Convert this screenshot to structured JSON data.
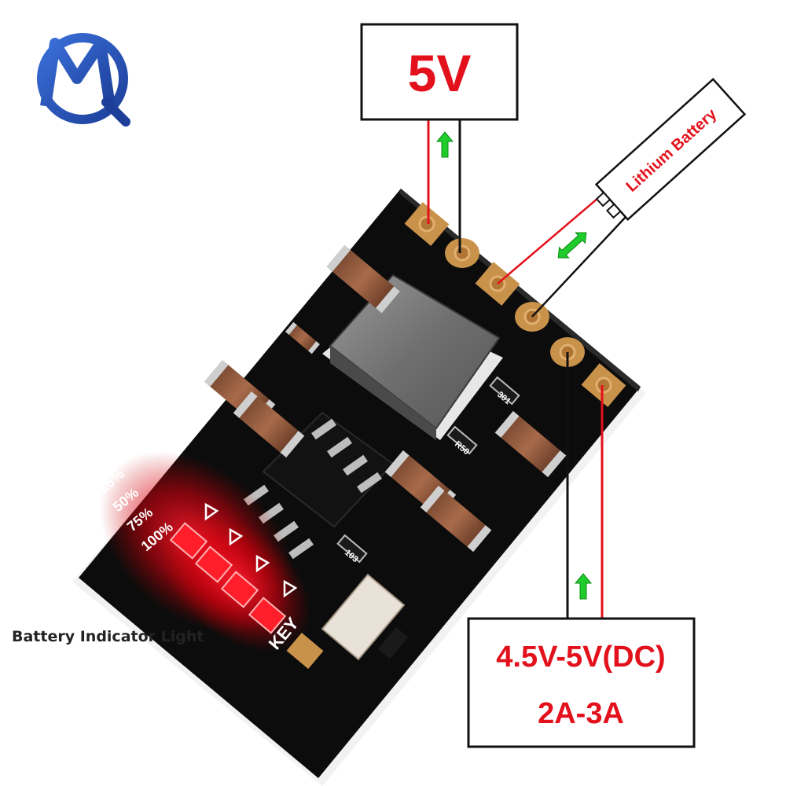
{
  "output_box": {
    "label": "5V"
  },
  "battery": {
    "label": "Lithium Battery"
  },
  "input_box": {
    "line1": "4.5V-5V(DC)",
    "line2": "2A-3A"
  },
  "indicator": {
    "caption": "Battery Indicator Light"
  },
  "board": {
    "levels": [
      "25%",
      "50%",
      "75%",
      "100%"
    ],
    "key_label": "KEY",
    "resistor_codes": [
      "R50",
      "301",
      "103"
    ]
  },
  "colors": {
    "accent_red": "#e3111c",
    "arrow_green": "#1fcc2c",
    "pcb": "#0c0c0c",
    "pad_gold": "#c9924a",
    "led_red": "#ff1e2a"
  },
  "logo": {
    "name": "mq-logo"
  }
}
